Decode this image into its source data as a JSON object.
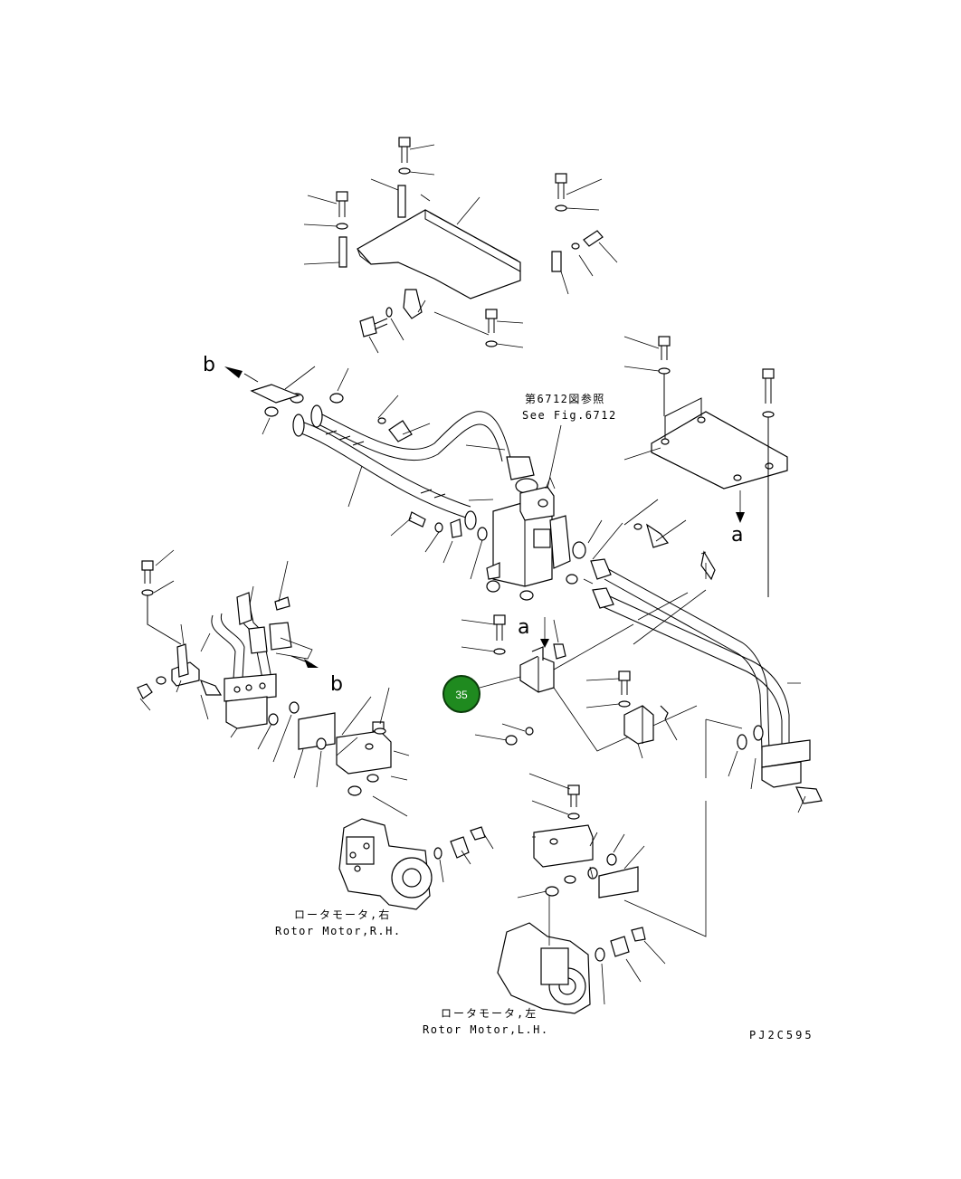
{
  "labels": {
    "ref_6712_jp": "第6712図参照",
    "ref_6712_en": "See Fig.6712",
    "motor_rh_jp": "ロータモータ,右",
    "motor_rh_en": "Rotor Motor,R.H.",
    "motor_lh_jp": "ロータモータ,左",
    "motor_lh_en": "Rotor Motor,L.H.",
    "drawing_code": "PJ2C595",
    "callout_b_upper": "b",
    "callout_b_lower": "b",
    "callout_a_right": "a",
    "callout_a_center": "a"
  },
  "hotspot": {
    "number": "35",
    "color": "#1f8a1f",
    "ring_color": "#0b3d0b"
  }
}
